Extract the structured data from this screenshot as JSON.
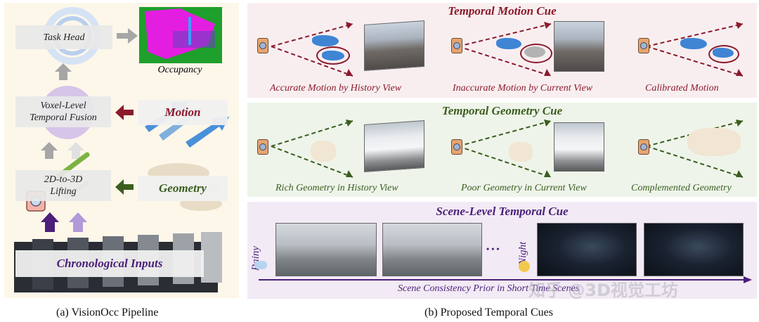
{
  "left": {
    "task_head": "Task Head",
    "occupancy": "Occupancy",
    "fusion": "Voxel-Level\nTemporal Fusion",
    "motion": "Motion",
    "lifting": "2D-to-3D\nLifting",
    "geometry": "Geometry",
    "inputs": "Chronological Inputs",
    "caption": "(a) VisionOcc Pipeline"
  },
  "motion_panel": {
    "title": "Temporal Motion Cue",
    "captions": [
      "Accurate Motion by History View",
      "Inaccurate Motion by Current View",
      "Calibrated Motion"
    ]
  },
  "geometry_panel": {
    "title": "Temporal Geometry Cue",
    "captions": [
      "Rich Geometry in History View",
      "Poor Geometry in Current View",
      "Complemented Geometry"
    ]
  },
  "scene_panel": {
    "title": "Scene-Level Temporal Cue",
    "rainy": "Rainy",
    "night": "Night",
    "ellipsis": "• • •",
    "consistency": "Scene Consistency Prior in Short Time Scenes"
  },
  "right_caption": "(b) Proposed Temporal Cues",
  "watermark": "知乎 @3D视觉工坊",
  "colors": {
    "motion": "#8b1a2b",
    "geometry": "#3b5e1f",
    "scene": "#4b1f7a",
    "arrow_grey": "#a6a6a6"
  }
}
